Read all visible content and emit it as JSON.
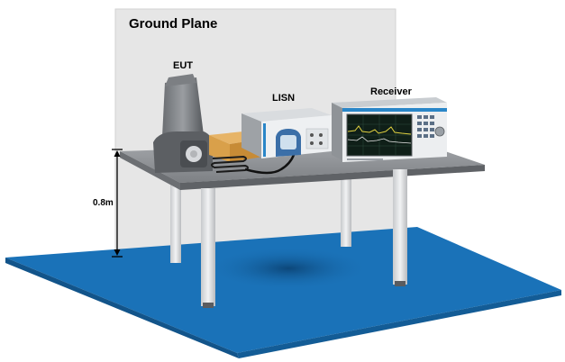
{
  "labels": {
    "ground_plane": "Ground Plane",
    "eut": "EUT",
    "lisn": "LISN",
    "receiver": "Receiver",
    "table_height": "0.8m"
  },
  "colors": {
    "ground_plane": "#e6e6e6",
    "floor": "#1a72b8",
    "table_top": "#8c8f93",
    "table_leg": "#dcdee0",
    "lisn_accent": "#2a86c8",
    "receiver_screen": "#0f1f18",
    "trace_yellow": "#e0d040",
    "trace_white": "#e8e8e8",
    "cable_box": "#d9a04a"
  },
  "icons": [
    "eut-device-icon",
    "lisn-unit-icon",
    "receiver-analyzer-icon",
    "dimension-arrow-icon"
  ]
}
